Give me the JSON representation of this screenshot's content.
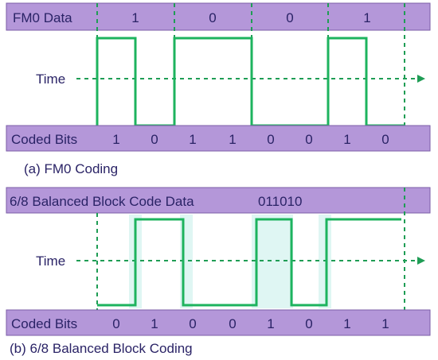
{
  "panel_a": {
    "header_label": "FM0 Data",
    "data_bits": [
      "1",
      "0",
      "0",
      "1"
    ],
    "time_label": "Time",
    "coded_label": "Coded Bits",
    "coded_bits": [
      "1",
      "0",
      "1",
      "1",
      "0",
      "0",
      "1",
      "0"
    ],
    "caption": "(a) FM0 Coding"
  },
  "panel_b": {
    "header_label": "6/8 Balanced Block Code Data",
    "header_value": "011010",
    "time_label": "Time",
    "coded_label": "Coded Bits",
    "coded_bits": [
      "0",
      "1",
      "0",
      "0",
      "1",
      "0",
      "1",
      "1"
    ],
    "caption": "(b) 6/8 Balanced Block Coding"
  },
  "colors": {
    "bar_fill": "#b497d9",
    "waveform": "#1db35e",
    "guides": "#1f9d55",
    "text": "#2a2366"
  }
}
